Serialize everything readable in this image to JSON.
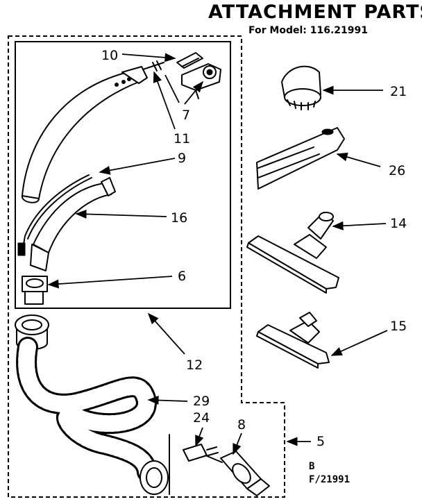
{
  "header": {
    "title": "ATTACHMENT PARTS",
    "model_line": "For Model: 116.21991"
  },
  "footer": {
    "code_line1": "B",
    "code_line2": "F/21991"
  },
  "callouts": {
    "c10": "10",
    "c7": "7",
    "c11": "11",
    "c9": "9",
    "c16": "16",
    "c6": "6",
    "c12": "12",
    "c29": "29",
    "c24": "24",
    "c8": "8",
    "c5": "5",
    "c21": "21",
    "c26": "26",
    "c14": "14",
    "c15": "15"
  }
}
